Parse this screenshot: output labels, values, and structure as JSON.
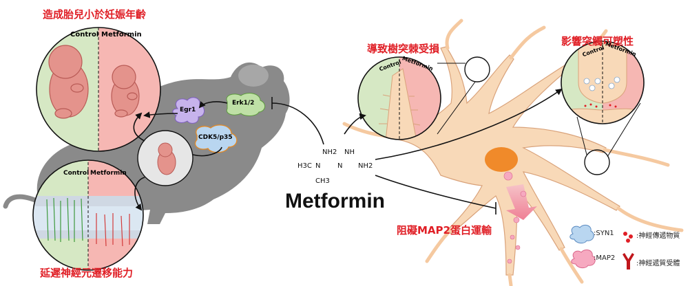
{
  "labels": {
    "top_left_title": "造成胎兒小於妊娠年齡",
    "bottom_left_title": "延遲神經元遷移能力",
    "top_center_title": "導致樹突棘受損",
    "top_right_title": "影響突觸可塑性",
    "bottom_center_title": "阻礙MAP2蛋白運輸",
    "drug": "Metformin",
    "control": "Control",
    "metformin_small": "Metformin",
    "egr1": "Egr1",
    "erk": "Erk1/2",
    "cdk5": "CDK5/p35"
  },
  "molecule": {
    "nh2_top": "NH2",
    "nh_top": "NH",
    "h3c_n": "H3C",
    "n1": "N",
    "n2": "N",
    "nh2_right": "NH2",
    "ch3": "CH3"
  },
  "legend": {
    "syn1": ":SYN1",
    "map2": ":MAP2",
    "neurotransmitter": ":神經傳遞物質",
    "receptor": ":神經遞質受體"
  },
  "colors": {
    "control_green": "#d6e8c4",
    "metformin_pink": "#f6b7b3",
    "title_red": "#e01f26",
    "mouse_gray": "#8a8a8a",
    "neuron_orange": "#f8d9b8",
    "nucleus_orange": "#f08a2a"
  }
}
